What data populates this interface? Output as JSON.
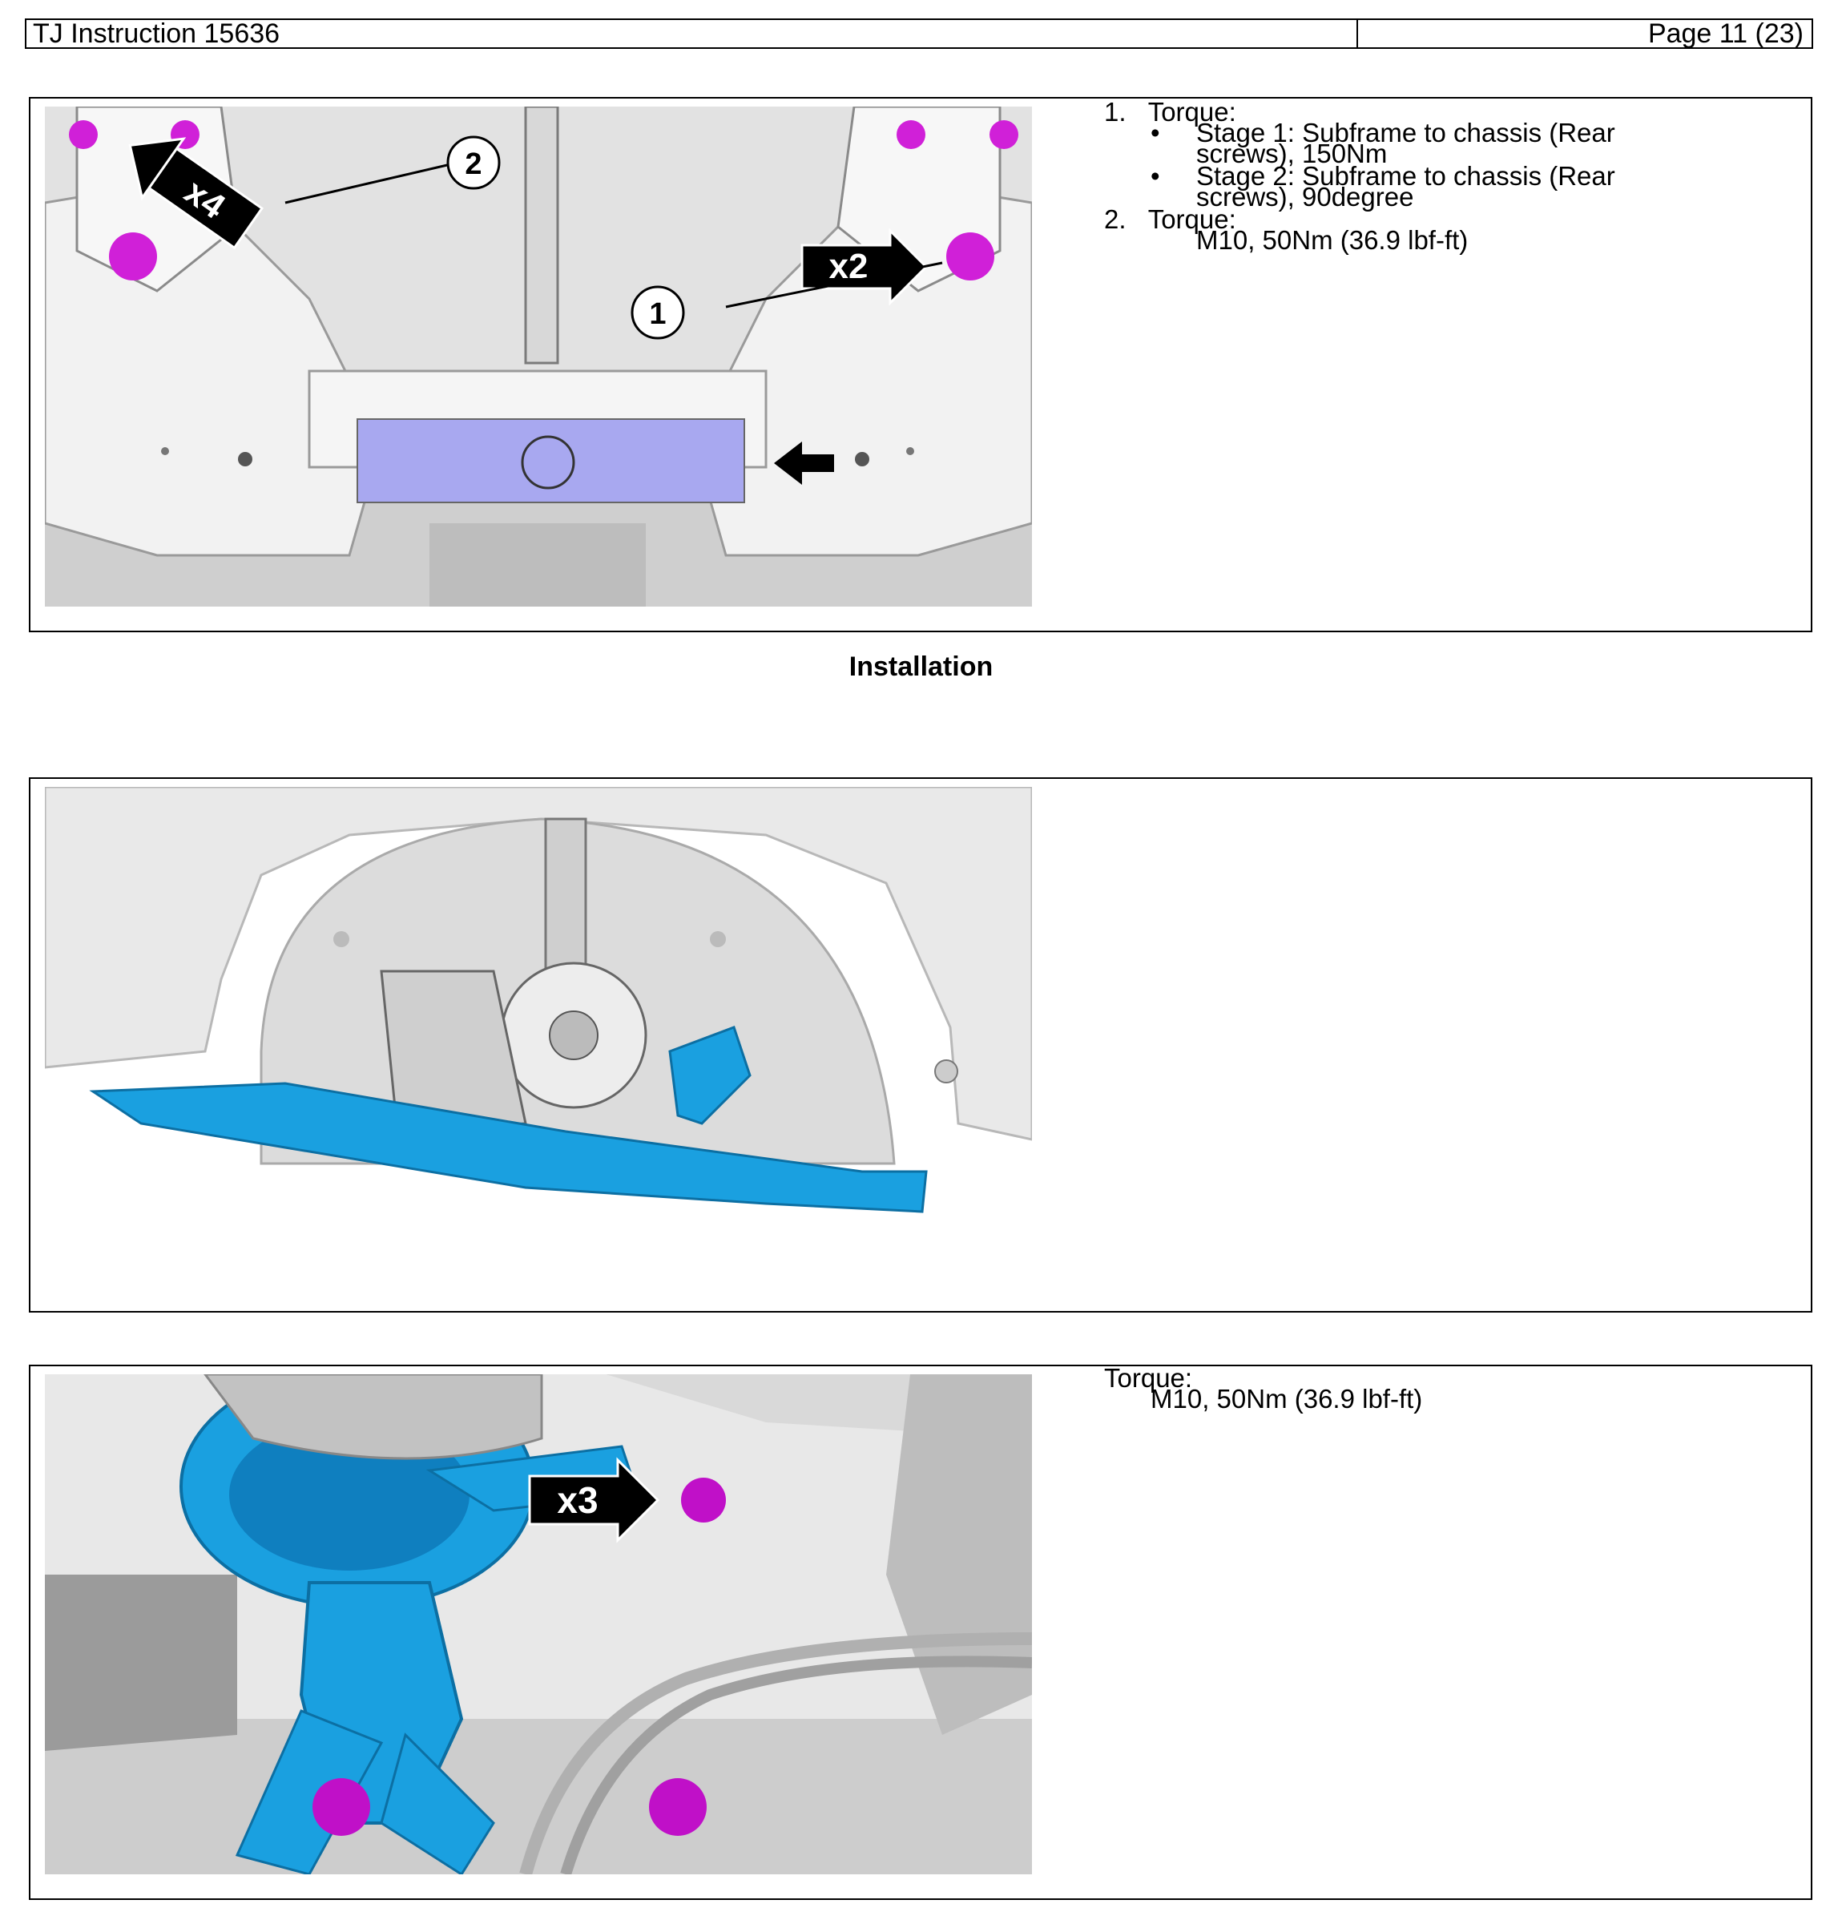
{
  "header": {
    "doc_title": "TJ Instruction 15636",
    "page_label": "Page 11 (23)"
  },
  "panel1": {
    "callouts": {
      "one": "1",
      "two": "2",
      "x4": "x4",
      "x2": "x2"
    },
    "steps": [
      {
        "num": "1.",
        "title": "Torque:",
        "bullets": [
          {
            "mark": "•",
            "line1": "Stage 1: Subframe to chassis (Rear",
            "line2": "screws), 150Nm"
          },
          {
            "mark": "•",
            "line1": "Stage 2: Subframe to chassis (Rear",
            "line2": "screws), 90degree"
          }
        ]
      },
      {
        "num": "2.",
        "title": "Torque:",
        "detail": "M10,  50Nm (36.9 lbf-ft)"
      }
    ]
  },
  "section": {
    "title": "Installation"
  },
  "panel3": {
    "callouts": {
      "x3": "x3"
    },
    "torque_title": "Torque:",
    "torque_detail": "M10,  50Nm (36.9 lbf-ft)"
  },
  "colors": {
    "highlight_bolt": "#d020d8",
    "part_blue": "#1aa0e0",
    "jack_plate": "#a8a8f0",
    "metal_grey": "#d4d4d4"
  }
}
